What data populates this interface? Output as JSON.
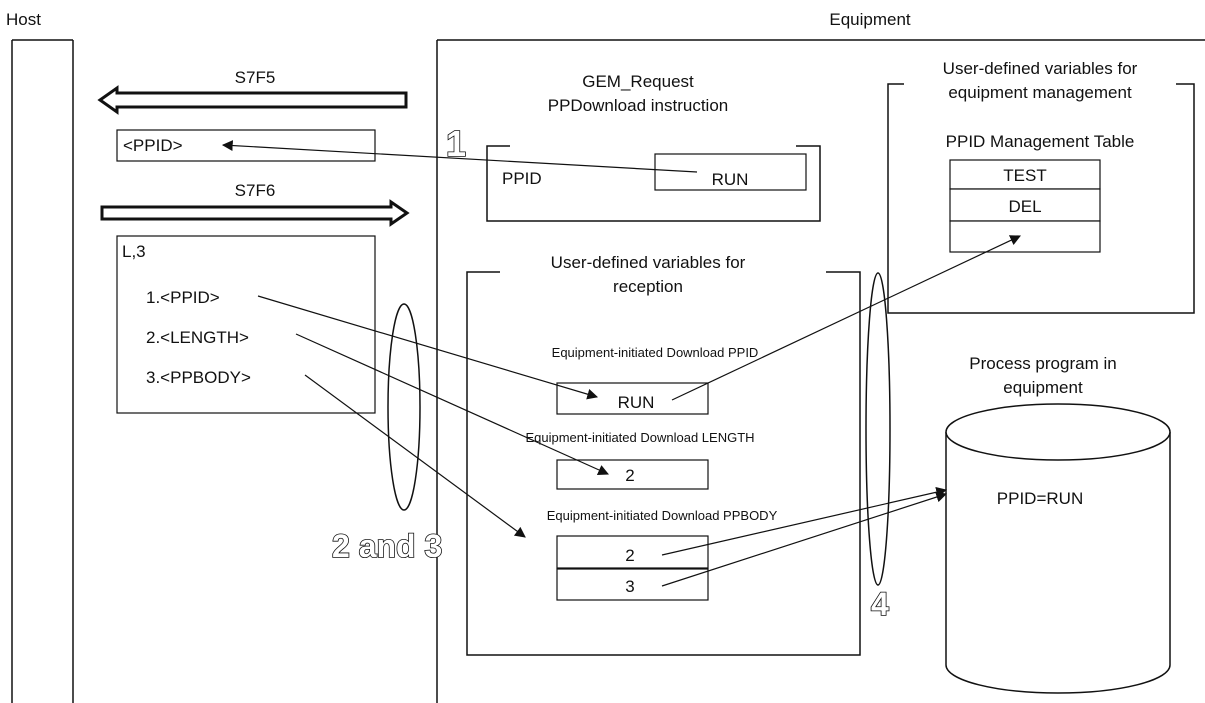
{
  "host": {
    "label": "Host"
  },
  "equipment": {
    "label": "Equipment"
  },
  "messages": {
    "s7f5": "S7F5",
    "s7f6": "S7F6",
    "s7f5_body": "<PPID>",
    "s7f6_list": "L,3",
    "s7f6_items": [
      "1.<PPID>",
      "2.<LENGTH>",
      "3.<PPBODY>"
    ]
  },
  "gem_request": {
    "title_line1": "GEM_Request",
    "title_line2": "PPDownload instruction",
    "ppid_label": "PPID",
    "ppid_value": "RUN"
  },
  "reception": {
    "title_line1": "User-defined variables for",
    "title_line2": "reception",
    "ppid_label": "Equipment-initiated Download PPID",
    "ppid_value": "RUN",
    "length_label": "Equipment-initiated Download LENGTH",
    "length_value": "2",
    "ppbody_label": "Equipment-initiated Download PPBODY",
    "ppbody_values": [
      "2",
      "3"
    ]
  },
  "management": {
    "title_line1": "User-defined variables for",
    "title_line2": "equipment management",
    "table_title": "PPID Management Table",
    "rows": [
      "TEST",
      "DEL",
      ""
    ]
  },
  "process_program": {
    "title_line1": "Process program in",
    "title_line2": "equipment",
    "content": "PPID=RUN"
  },
  "steps": {
    "s1": "1",
    "s23": "2 and 3",
    "s4": "4"
  }
}
